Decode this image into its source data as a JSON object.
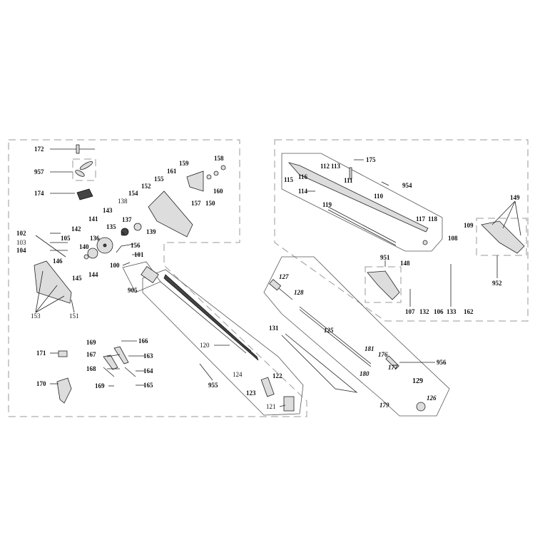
{
  "title": "Exploded parts diagram",
  "labels": {
    "p172": "172",
    "p957": "957",
    "p174": "174",
    "p158": "158",
    "p159": "159",
    "p161": "161",
    "p155": "155",
    "p152": "152",
    "p160": "160",
    "p157": "157",
    "p150": "150",
    "p154": "154",
    "p138": "138",
    "p143": "143",
    "p137": "137",
    "p141": "141",
    "p135": "135",
    "p139": "139",
    "p142": "142",
    "p136": "136",
    "p105": "105",
    "p102": "102",
    "p103": "103",
    "p104": "104",
    "p140": "140",
    "p156": "156",
    "p101": "101",
    "p100": "100",
    "p146": "146",
    "p145": "145",
    "p144": "144",
    "p905": "905",
    "p153": "153",
    "p151": "151",
    "p175": "175",
    "p115": "115",
    "p116": "116",
    "p112": "112",
    "p113": "113",
    "p954": "954",
    "p111": "111",
    "p114": "114",
    "p110": "110",
    "p119": "119",
    "p117": "117",
    "p118": "118",
    "p149": "149",
    "p109": "109",
    "p108": "108",
    "p951": "951",
    "p148": "148",
    "p107": "107",
    "p132": "132",
    "p106": "106",
    "p133": "133",
    "p162": "162",
    "p952": "952",
    "p127": "127",
    "p128": "128",
    "p131": "131",
    "p125": "125",
    "p181": "181",
    "p176": "176",
    "p956": "956",
    "p180": "180",
    "p177": "177",
    "p129": "129",
    "p126": "126",
    "p179": "179",
    "p120": "120",
    "p124": "124",
    "p955": "955",
    "p122": "122",
    "p123": "123",
    "p121": "121",
    "p169a": "169",
    "p166": "166",
    "p171": "171",
    "p167": "167",
    "p163": "163",
    "p168": "168",
    "p164": "164",
    "p170": "170",
    "p169b": "169",
    "p165": "165"
  }
}
